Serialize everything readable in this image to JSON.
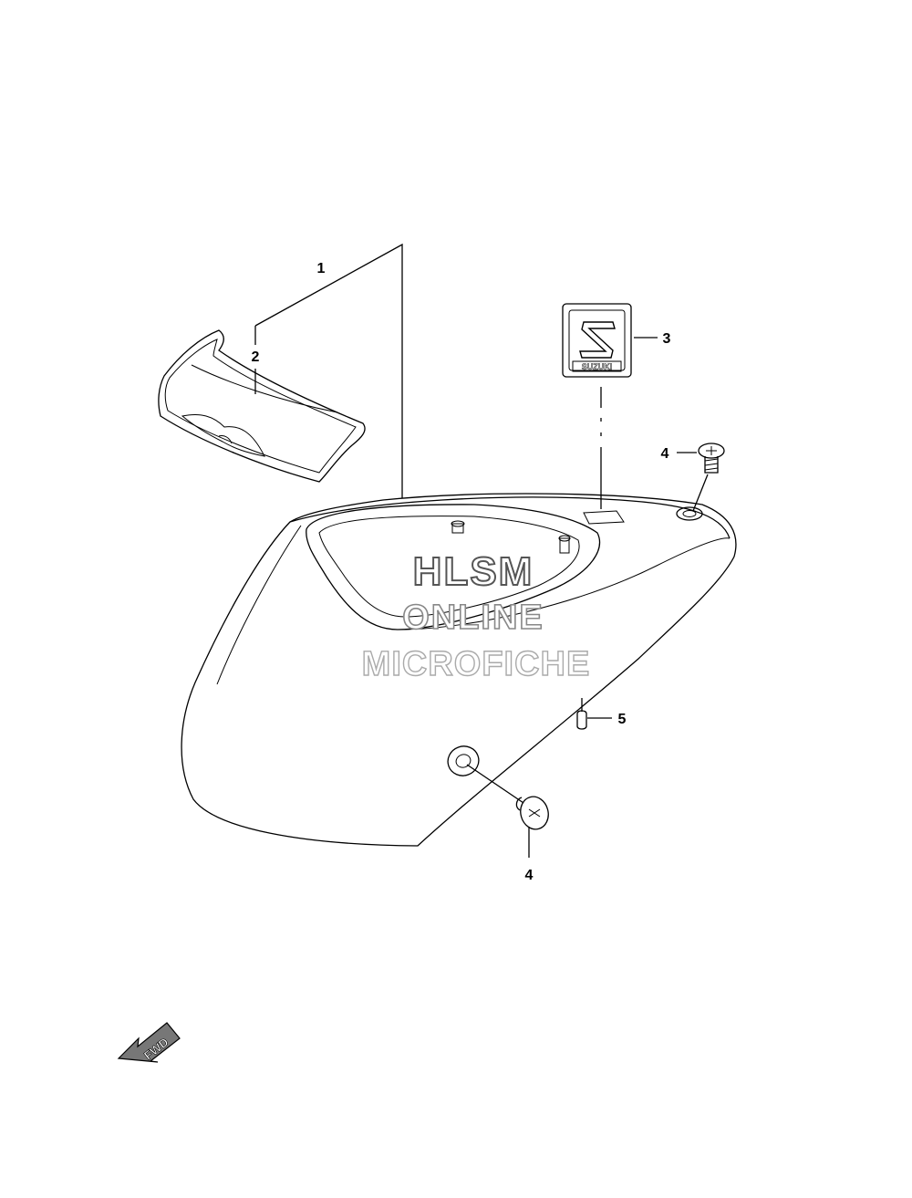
{
  "callouts": {
    "c1": "1",
    "c2": "2",
    "c3": "3",
    "c4_top": "4",
    "c4_bottom": "4",
    "c5": "5"
  },
  "watermark": {
    "line1": "HLSM",
    "line2": "ONLINE",
    "line3": "MICROFICHE"
  },
  "emblem_text": "SUZUKI",
  "fwd_label": "FWD"
}
